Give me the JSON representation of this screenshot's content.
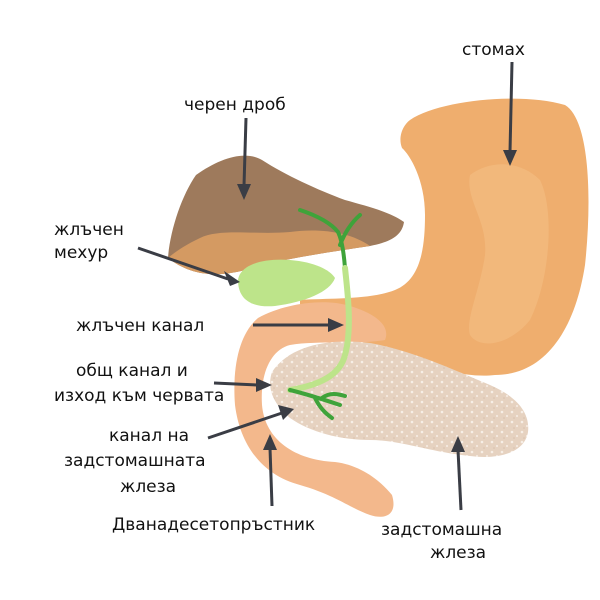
{
  "labels": {
    "stomach": "стомах",
    "liver": "черен дроб",
    "gallbladder_line1": "жлъчен",
    "gallbladder_line2": "мехур",
    "bile_duct": "жлъчен канал",
    "common_duct_line1": "общ канал и",
    "common_duct_line2": "изход към червата",
    "pancreatic_duct_line1": "канал на",
    "pancreatic_duct_line2": "задстомашната",
    "pancreatic_duct_line3": "жлеза",
    "duodenum": "Дванадесетопръстник",
    "pancreas_line1": "задстомашна",
    "pancreas_line2": "жлеза"
  },
  "colors": {
    "stomach": "#EFAE6E",
    "stomach_highlight": "#F4BE84",
    "liver": "#9E7A5C",
    "liver_underside": "#D49A62",
    "gallbladder": "#BDE48A",
    "duct_green": "#3FA33A",
    "duodenum": "#F3B88C",
    "pancreas": "#E6D2C0",
    "arrow": "#3A3D45"
  }
}
